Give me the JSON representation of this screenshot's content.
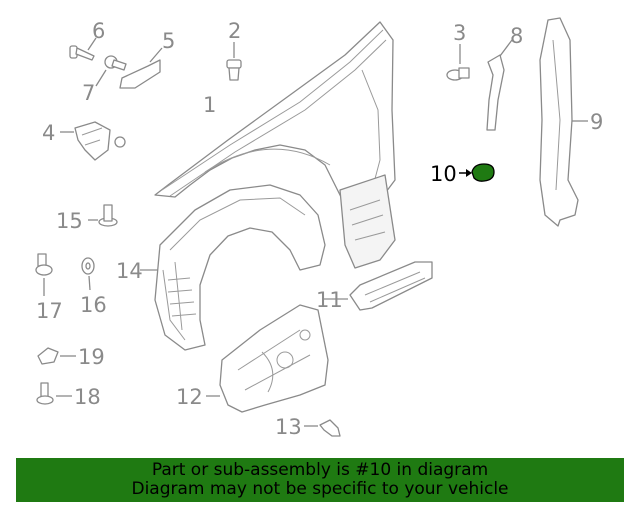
{
  "diagram": {
    "callouts": [
      "1",
      "2",
      "3",
      "4",
      "5",
      "6",
      "7",
      "8",
      "9",
      "10",
      "11",
      "12",
      "13",
      "14",
      "15",
      "16",
      "17",
      "18",
      "19"
    ],
    "highlight_callout": "10",
    "highlight_color": "#1f7a12",
    "line_color": "#8a8a8a"
  },
  "banner": {
    "line1": "Part or sub-assembly is #10 in diagram",
    "line2": "Diagram may not be specific to your vehicle",
    "background": "#1f7a12"
  }
}
